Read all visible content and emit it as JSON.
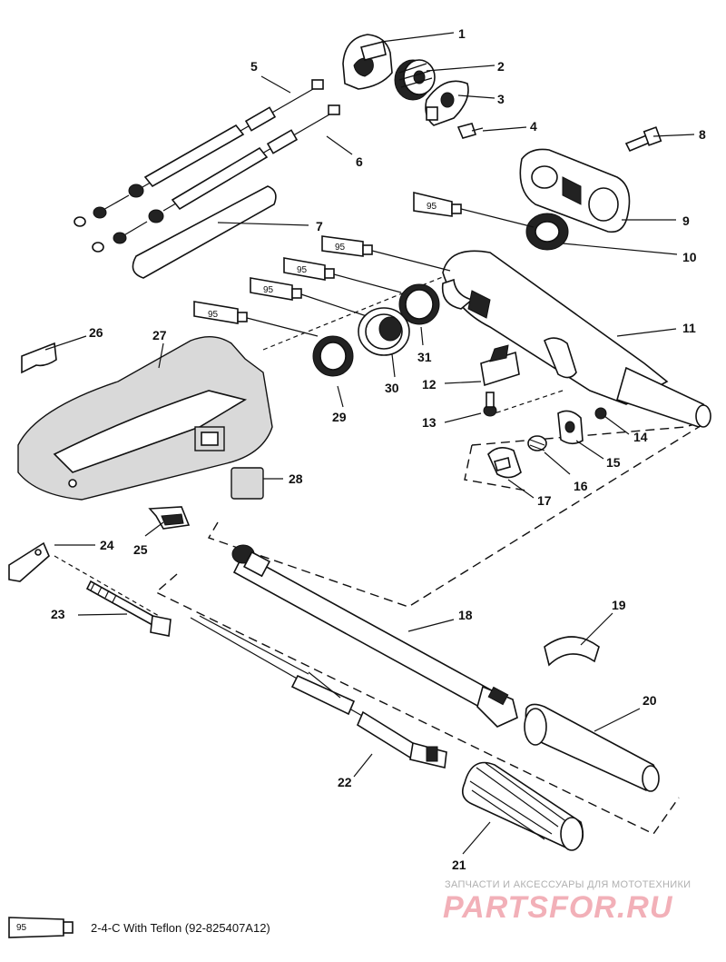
{
  "diagram": {
    "callouts": [
      "1",
      "2",
      "3",
      "4",
      "5",
      "6",
      "7",
      "8",
      "9",
      "10",
      "11",
      "12",
      "13",
      "14",
      "15",
      "16",
      "17",
      "18",
      "19",
      "20",
      "21",
      "22",
      "23",
      "24",
      "25",
      "26",
      "27",
      "28",
      "29",
      "30",
      "31"
    ],
    "lubricant_code": "95",
    "legend": {
      "code": "95",
      "text": "2-4-C  With Teflon (92-825407A12)"
    }
  },
  "watermark": {
    "subtitle": "ЗАПЧАСТИ И АКСЕССУАРЫ ДЛЯ МОТОТЕХНИКИ",
    "brand": "PARTSFOR.RU"
  }
}
